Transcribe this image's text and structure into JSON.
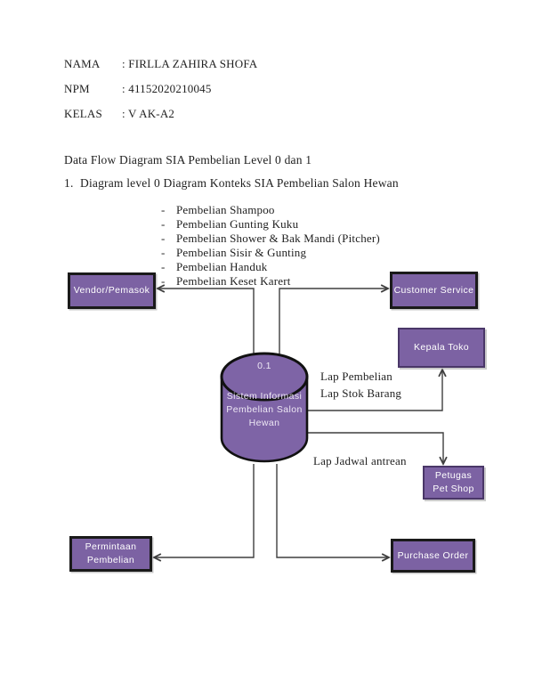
{
  "document": {
    "fields": [
      {
        "label": "NAMA",
        "value": ": FIRLLA ZAHIRA SHOFA"
      },
      {
        "label": "NPM",
        "value": ": 41152020210045"
      },
      {
        "label": "KELAS",
        "value": ": V AK-A2"
      }
    ],
    "heading": "Data Flow Diagram SIA Pembelian Level 0 dan 1",
    "list_number": "1.",
    "list_text": "Diagram level 0 Diagram Konteks SIA Pembelian Salon Hewan",
    "bullets": [
      {
        "marker": "-",
        "text": "Pembelian Shampoo"
      },
      {
        "marker": "-",
        "text": "Pembelian Gunting Kuku"
      },
      {
        "marker": "-",
        "text": "Pembelian Shower & Bak Mandi (Pitcher)"
      },
      {
        "marker": "-",
        "text": "Pembelian Sisir & Gunting"
      },
      {
        "marker": "-",
        "text": "Pembelian Handuk"
      },
      {
        "marker": "-",
        "text": "Pembelian Keset Karert"
      }
    ]
  },
  "diagram": {
    "process": {
      "id": "0.1",
      "name_line1": "Sistem Informasi",
      "name_line2": "Pembelian Salon",
      "name_line3": "Hewan"
    },
    "entities": {
      "vendor": "Vendor/Pemasok",
      "customer_service": "Customer Service",
      "kepala_toko": "Kepala Toko",
      "petugas_line1": "Petugas",
      "petugas_line2": "Pet Shop",
      "permintaan_line1": "Permintaan",
      "permintaan_line2": "Pembelian",
      "purchase_order": "Purchase Order"
    },
    "flow_labels": {
      "lap_pembelian": "Lap Pembelian",
      "lap_stok_barang": "Lap Stok Barang",
      "lap_jadwal_antrean": "Lap Jadwal antrean"
    },
    "colors": {
      "node_fill": "#7C62A3",
      "cylinder_fill": "#7E64A6",
      "thick_border": "#1A1A1A",
      "thin_border": "#4A3768",
      "connector": "#3F3F3F"
    }
  }
}
